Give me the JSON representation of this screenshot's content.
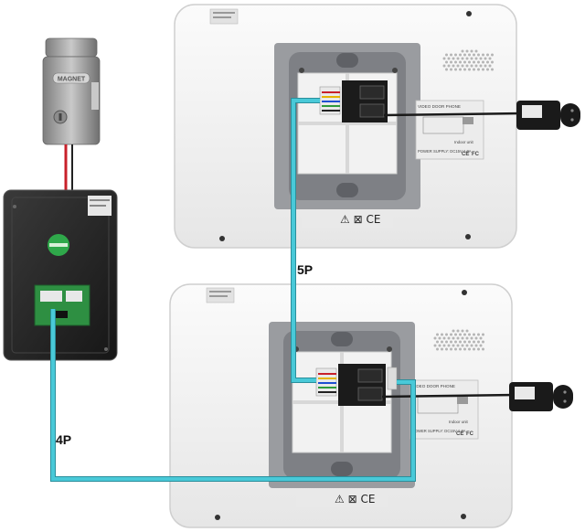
{
  "labels": {
    "cable_5p": "5P",
    "cable_4p": "4P"
  },
  "monitor_label": {
    "title": "VIDEO DOOR PHONE",
    "power": "POWER SUPPLY: DC15V 1.2A",
    "unit": "Indoor unit",
    "ce": "CE",
    "fcc": "FC"
  },
  "lock_brand": "MAGNET",
  "colors": {
    "cable": "#49c9d8",
    "cable_edge": "#2a8f9c",
    "wire_red": "#c8202a",
    "wire_black": "#222222",
    "monitor_body": "#f4f4f4",
    "bracket": "#8d8f93",
    "pcb": "#1b1b1b",
    "lock_body": "#9a9a9a",
    "outdoor_unit": "#2a2a2a",
    "adapter": "#1a1a1a"
  },
  "icons": [
    "electric-lock-icon",
    "outdoor-camera-icon",
    "power-adapter-icon"
  ]
}
